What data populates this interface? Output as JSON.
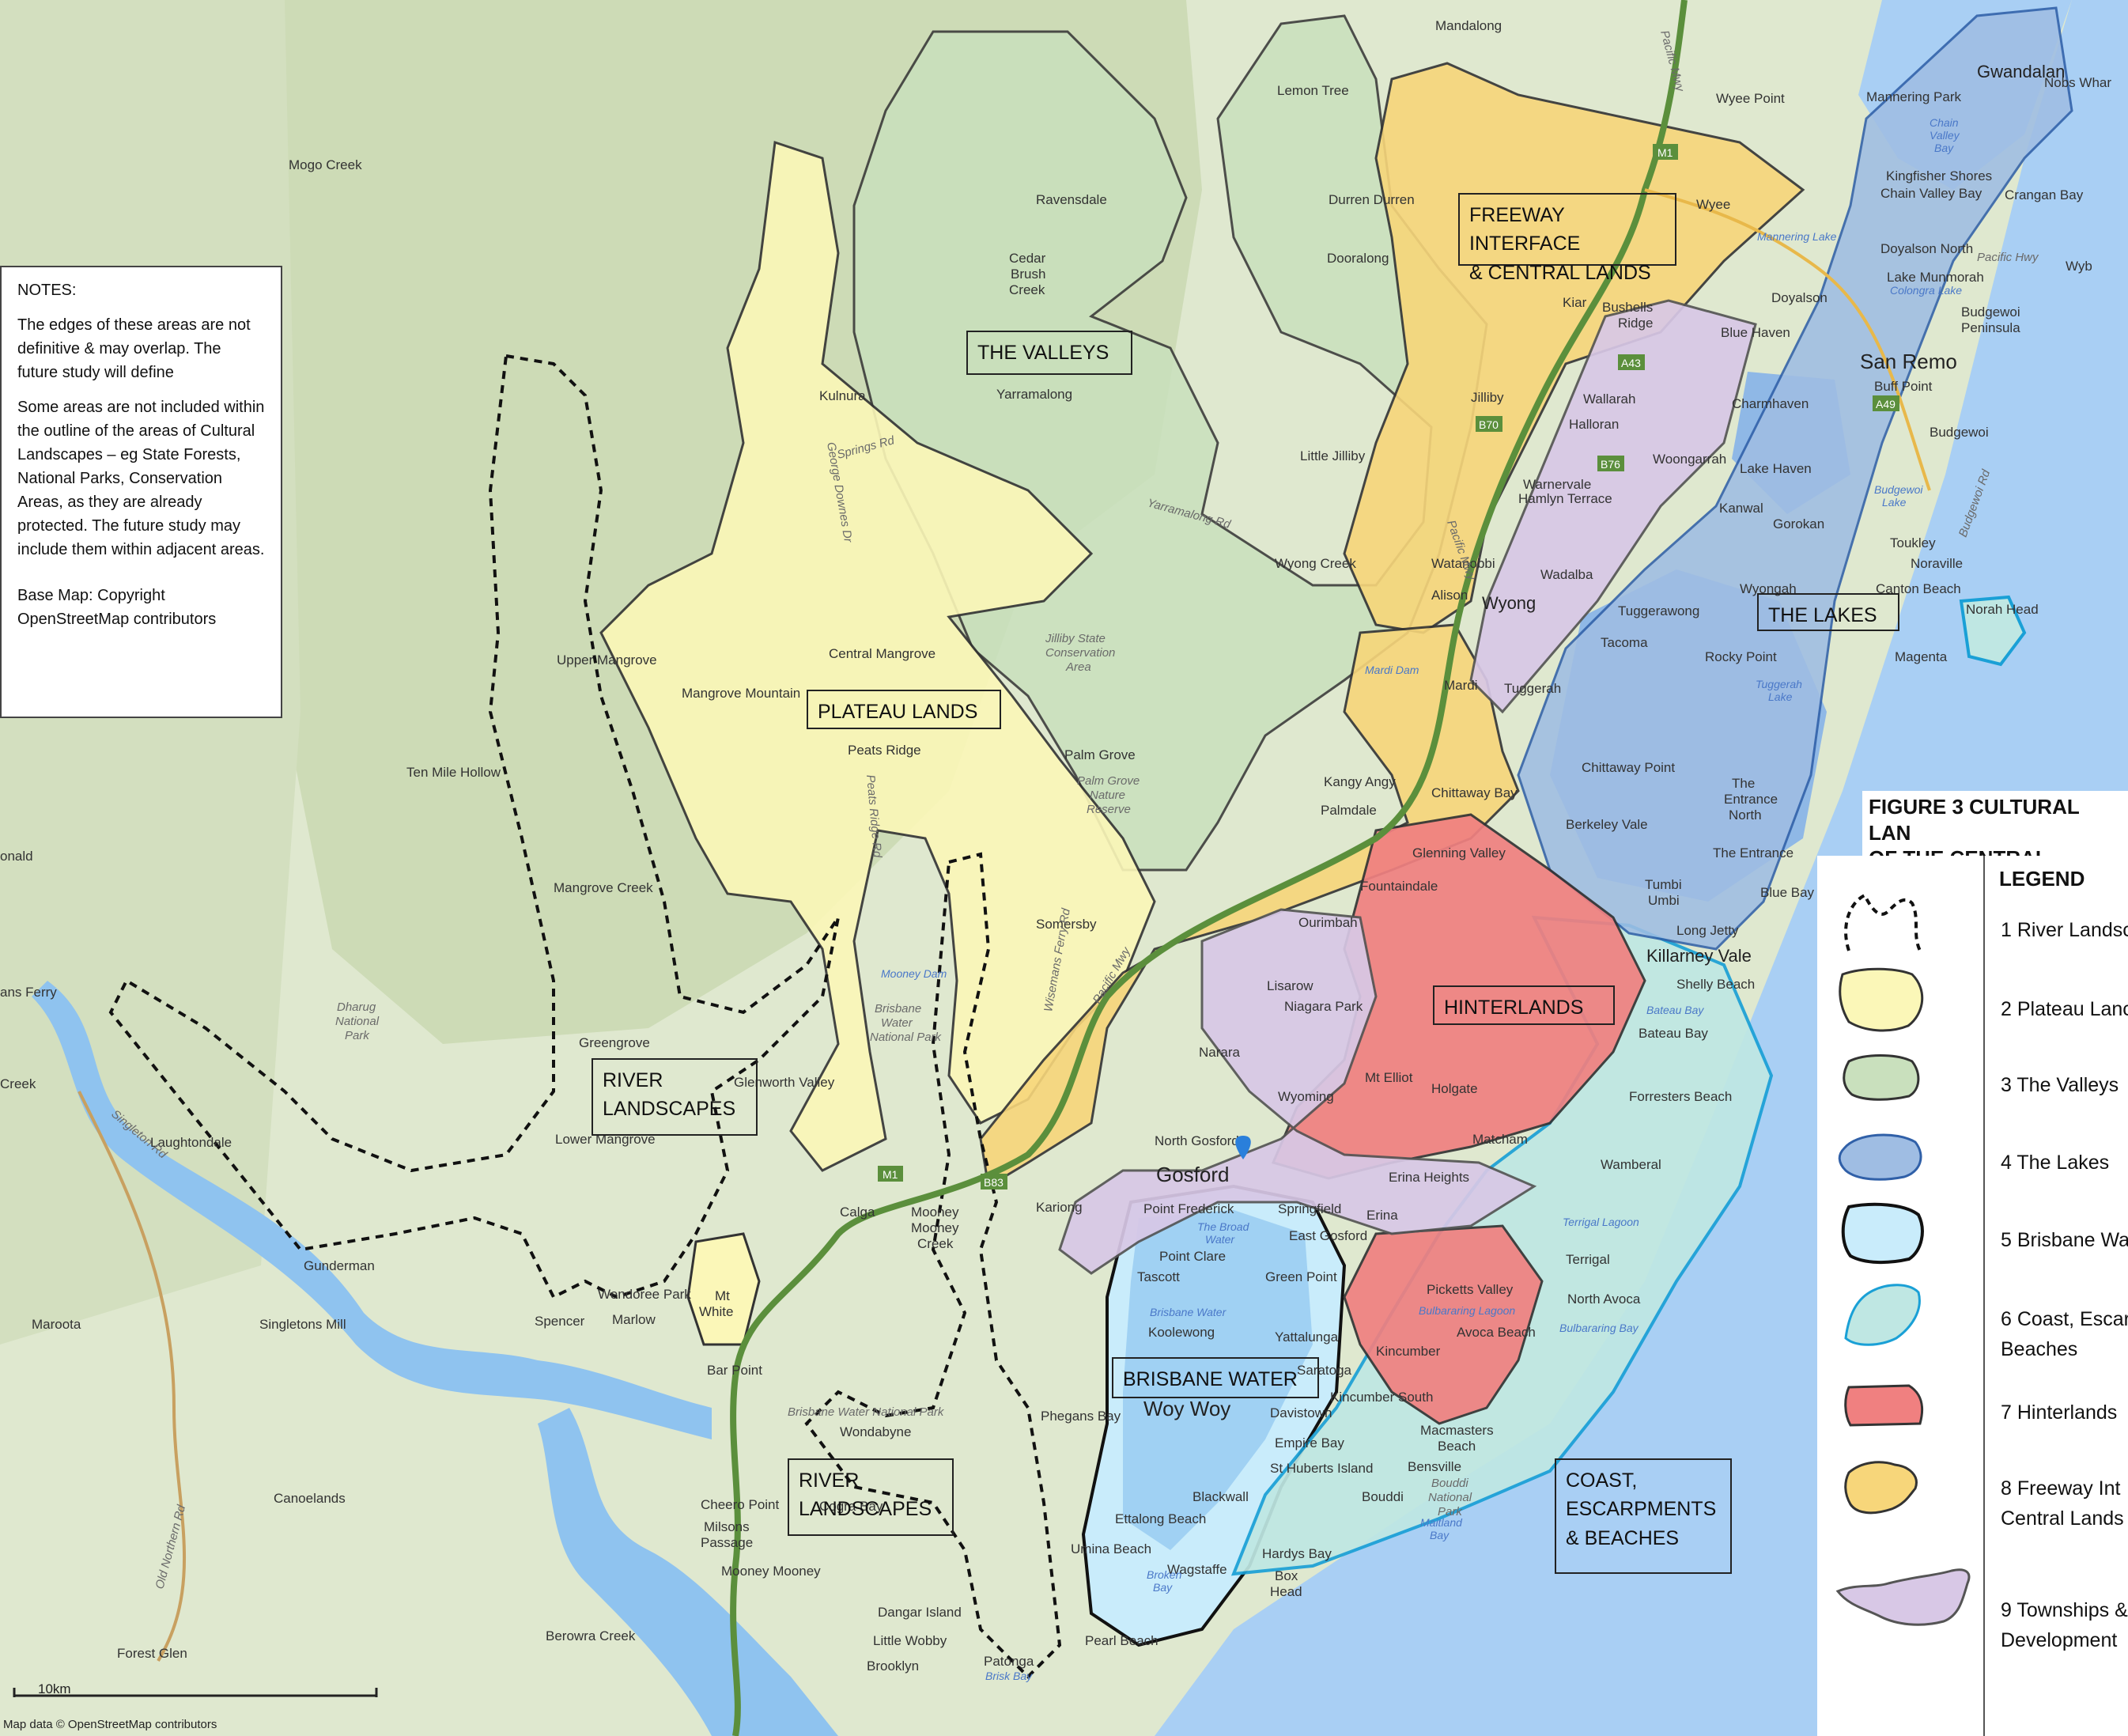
{
  "notes": {
    "heading": "NOTES:",
    "p1": "The edges of these areas are not definitive & may overlap. The future study will define",
    "p2": "Some areas are not included within the outline of the areas of Cultural Landscapes – eg State Forests, National Parks, Conservation Areas, as they are already protected. The future study may include them within adjacent areas.",
    "p3": "Base Map: Copyright OpenStreetMap contributors"
  },
  "figure_title": {
    "line1": "FIGURE 3 CULTURAL LAN",
    "line2": "OF THE CENTRAL COAST"
  },
  "legend": {
    "heading": "LEGEND",
    "items": [
      {
        "label": "1 River Landsc",
        "fill": "none",
        "stroke": "#111",
        "dash": true
      },
      {
        "label": "2 Plateau Lanc",
        "fill": "#fbf7b8",
        "stroke": "#333",
        "dash": false
      },
      {
        "label": "3 The Valleys",
        "fill": "#c9e0bd",
        "stroke": "#333",
        "dash": false
      },
      {
        "label": "4 The Lakes",
        "fill": "#9fbde3",
        "stroke": "#3060a8",
        "dash": false
      },
      {
        "label": "5 Brisbane Wa",
        "fill": "#c9ecfb",
        "stroke": "#111",
        "dash": false
      },
      {
        "label": "6 Coast, Escar\nBeaches",
        "fill": "#bfe7e3",
        "stroke": "#1aa0d6",
        "dash": false
      },
      {
        "label": "7 Hinterlands",
        "fill": "#f08080",
        "stroke": "#333",
        "dash": false
      },
      {
        "label": "8 Freeway Int\nCentral Lands",
        "fill": "#f7d67a",
        "stroke": "#333",
        "dash": false
      },
      {
        "label": "9 Townships &\nDevelopment",
        "fill": "#d8c8e6",
        "stroke": "#555",
        "dash": false
      }
    ]
  },
  "area_labels": {
    "freeway": "FREEWAY INTERFACE\n& CENTRAL LANDS",
    "valleys": "THE  VALLEYS",
    "plateau": "PLATEAU LANDS",
    "lakes": "THE LAKES",
    "hinterlands": "HINTERLANDS",
    "river1": "RIVER\nLANDSCAPES",
    "river2": "RIVER\nLANDSCAPES",
    "brisbane": "BRISBANE WATER",
    "coast": "COAST,\nESCARPMENTS\n& BEACHES"
  },
  "places": {
    "mandalong": "Mandalong",
    "gwandalan": "Gwandalan",
    "wyee_point": "Wyee Point",
    "mannering_park": "Mannering Park",
    "mogo_creek": "Mogo Creek",
    "lemon_tree": "Lemon Tree",
    "ravensdale": "Ravensdale",
    "durren_durren": "Durren Durren",
    "wyee": "Wyee",
    "kingfisher": "Kingfisher Shores",
    "chain_valley": "Chain Valley Bay",
    "crangan": "Crangan Bay",
    "cedar": "Cedar",
    "brush": "Brush",
    "creek": "Creek",
    "dooralong": "Dooralong",
    "doyalson_north": "Doyalson North",
    "lake_munmorah": "Lake Munmorah",
    "doyalson": "Doyalson",
    "kiar": "Kiar",
    "bushells": "Bushells",
    "ridge": "Ridge",
    "budgewoi_peninsula": "Budgewoi\nPeninsula",
    "blue_haven": "Blue Haven",
    "san_remo": "San Remo",
    "buff_point": "Buff Point",
    "kulnura": "Kulnura",
    "yarramalong": "Yarramalong",
    "jilliby": "Jilliby",
    "wallarah": "Wallarah",
    "charmhaven": "Charmhaven",
    "halloran": "Halloran",
    "budgewoi": "Budgewoi",
    "little_jilliby": "Little Jilliby",
    "woongarrah": "Woongarrah",
    "lake_haven": "Lake Haven",
    "warnervale": "Warnervale",
    "hamlyn_terrace": "Hamlyn Terrace",
    "kanwal": "Kanwal",
    "gorokan": "Gorokan",
    "toukley": "Toukley",
    "wyong_creek": "Wyong Creek",
    "watanobbi": "Watanobbi",
    "wadalba": "Wadalba",
    "noraville": "Noraville",
    "wyongah": "Wyongah",
    "canton_beach": "Canton Beach",
    "alison": "Alison",
    "wyong": "Wyong",
    "tuggerawong": "Tuggerawong",
    "norah_head": "Norah Head",
    "upper_mangrove": "Upper Mangrove",
    "central_mangrove": "Central Mangrove",
    "tacoma": "Tacoma",
    "rocky_point": "Rocky Point",
    "magenta": "Magenta",
    "mangrove_mountain": "Mangrove Mountain",
    "mardi": "Mardi",
    "tuggerah": "Tuggerah",
    "peats_ridge": "Peats Ridge",
    "palm_grove": "Palm Grove",
    "ten_mile_hollow": "Ten Mile Hollow",
    "kangy_angy": "Kangy Angy",
    "chittaway_point": "Chittaway Point",
    "chittaway_bay": "Chittaway Bay",
    "the_entrance_north": "The\nEntrance\nNorth",
    "palmdale": "Palmdale",
    "berkeley_vale": "Berkeley Vale",
    "glenning_valley": "Glenning Valley",
    "the_entrance": "The Entrance",
    "mangrove_creek": "Mangrove Creek",
    "fountaindale": "Fountaindale",
    "blue_bay": "Blue Bay",
    "onald": "onald",
    "tumbi_umbi": "Tumbi\nUmbi",
    "somersby": "Somersby",
    "ourimbah": "Ourimbah",
    "long_jetty": "Long Jetty",
    "killarney_vale": "Killarney Vale",
    "shelly_beach": "Shelly Beach",
    "lisarow": "Lisarow",
    "niagara_park": "Niagara Park",
    "ans_ferry": "ans Ferry",
    "bateau_bay": "Bateau Bay",
    "narara": "Narara",
    "greengrove": "Greengrove",
    "mt_elliot": "Mt Elliot",
    "holgate": "Holgate",
    "creek_left": "Creek",
    "glenworth_valley": "Glenworth Valley",
    "wyoming": "Wyoming",
    "forresters_beach": "Forresters Beach",
    "lower_mangrove": "Lower Mangrove",
    "laughtondale": "Laughtondale",
    "north_gosford": "North Gosford",
    "matcham": "Matcham",
    "gosford": "Gosford",
    "erina_heights": "Erina Heights",
    "wamberal": "Wamberal",
    "calga": "Calga",
    "mooney_mooney_creek": "Mooney\nMooney\nCreek",
    "point_frederick": "Point Frederick",
    "springfield": "Springfield",
    "kariong": "Kariong",
    "erina": "Erina",
    "east_gosford": "East Gosford",
    "point_clare": "Point Clare",
    "terrigal": "Terrigal",
    "tascott": "Tascott",
    "green_point": "Green Point",
    "gunderman": "Gunderman",
    "wendoree_park": "Wendoree Park",
    "picketts_valley": "Picketts Valley",
    "north_avoca": "North Avoca",
    "koolewong": "Koolewong",
    "mt_white": "Mt\nWhite",
    "yattalunga": "Yattalunga",
    "maroota": "Maroota",
    "singletons_mill": "Singletons Mill",
    "spencer": "Spencer",
    "marlow": "Marlow",
    "avoca_beach": "Avoca Beach",
    "kincumber": "Kincumber",
    "bar_point": "Bar Point",
    "saratoga": "Saratoga",
    "kincumber_south": "Kincumber South",
    "woy_woy": "Woy Woy",
    "davistown": "Davistown",
    "wondabyne": "Wondabyne",
    "phegans_bay": "Phegans Bay",
    "empire_bay": "Empire Bay",
    "macmasters_beach": "Macmasters\nBeach",
    "st_huberts_island": "St Huberts Island",
    "bensville": "Bensville",
    "canoelands": "Canoelands",
    "blackwall": "Blackwall",
    "cheero_point": "Cheero Point",
    "milsons_passage": "Milsons\nPassage",
    "cogra_bay": "Cogra Bay",
    "ettalong_beach": "Ettalong Beach",
    "bouddi": "Bouddi",
    "mooney_mooney": "Mooney Mooney",
    "umina_beach": "Umina Beach",
    "hardys_bay": "Hardys Bay",
    "wagstaffe": "Wagstaffe",
    "box_head": "Box\nHead",
    "berowra_creek": "Berowra Creek",
    "dangar_island": "Dangar Island",
    "little_wobby": "Little Wobby",
    "forest_glen": "Forest Glen",
    "pearl_beach": "Pearl Beach",
    "brooklyn": "Brooklyn",
    "patonga": "Patonga",
    "nobs_whar": "Nobs Whar",
    "wyb": "Wyb",
    "old_northern_rd": "Old Northern Rd"
  },
  "water_labels": {
    "chain_valley_bay": "Chain\nValley\nBay",
    "mannering_lake": "Mannering Lake",
    "colongra_lake": "Colongra Lake",
    "budgewoi_lake": "Budgewoi\nLake",
    "tuggerah_lake": "Tuggerah\nLake",
    "mardi_dam": "Mardi Dam",
    "mooney_dam": "Mooney Dam",
    "the_broad_water": "The Broad\nWater",
    "brisbane_water": "Brisbane Water",
    "terrigal_lagoon": "Terrigal Lagoon",
    "bulbararing_lagoon": "Bulbararing Lagoon",
    "bulbararing_bay": "Bulbararing Bay",
    "broken_bay": "Broken\nBay",
    "brisk_bay": "Brisk Bay",
    "maitland_bay": "Maitland\nBay",
    "bateau_bay_w": "Bateau Bay"
  },
  "road_labels": {
    "pacific_mwy_n": "Pacific Mwy",
    "pacific_mwy_c": "Pacific Mwy",
    "pacific_mwy_s": "Pacific Mwy",
    "pacific_hwy": "Pacific Hwy",
    "budgewoi_rd": "Budgewoi Rd",
    "peats_ridge_rd": "Peats Ridge Rd",
    "george_downes_dr": "George Downes Dr",
    "yarramalong_rd": "Yarramalong Rd",
    "singleton_rd": "Singleton Rd",
    "springs_rd": "Springs Rd",
    "wisemans_ferry_rd": "Wisemans Ferry Rd"
  },
  "park_labels": {
    "dharug": "Dharug\nNational\nPark",
    "brisbane_np": "Brisbane\nWater\nNational Park",
    "jilliby": "Jilliby State\nConservation\nArea",
    "palm_grove_nr": "Palm Grove\nNature\nReserve",
    "bouddi_np": "Bouddi\nNational\nPark",
    "brisbane_water_np": "Brisbane Water National Park"
  },
  "shields": {
    "m1": "M1",
    "a43": "A43",
    "a49": "A49",
    "b70": "B70",
    "b76": "B76",
    "b83": "B83"
  },
  "scale_label": "10km",
  "credit": "Map data © OpenStreetMap contributors",
  "colors": {
    "land": "#dfe8cf",
    "forest": "#c6d7b0",
    "water": "#a9cff4",
    "plateau": "#fbf7b8",
    "valleys": "#c9e0bd",
    "lakes": "#9fbde3",
    "brisbane_water": "#c9ecfb",
    "coast": "#bfe7e3",
    "hinterlands": "#f08080",
    "freeway": "#f7d67a",
    "townships": "#d8c8e6",
    "motorway": "#5b8f3c"
  }
}
